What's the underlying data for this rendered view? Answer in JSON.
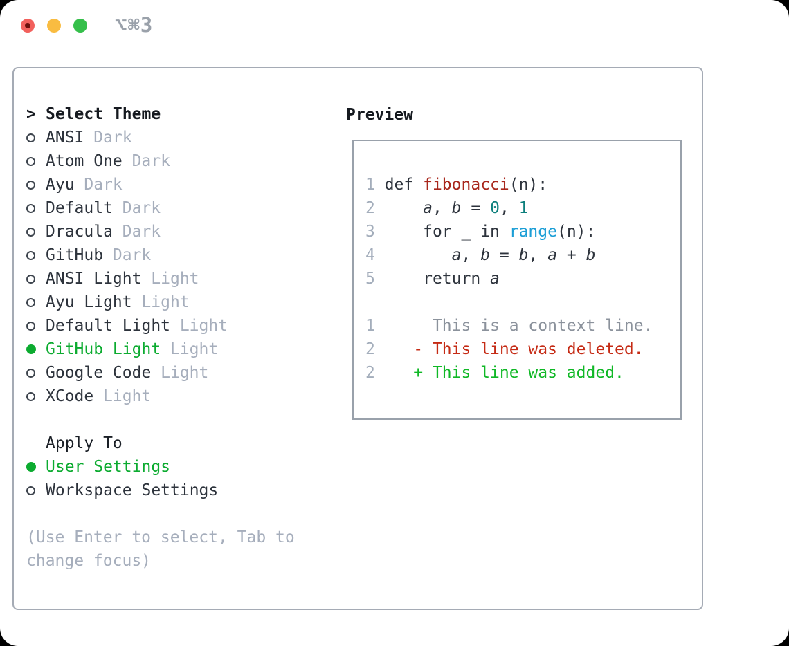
{
  "window": {
    "title": "⌥⌘3",
    "traffic_lights": [
      "close",
      "minimize",
      "zoom"
    ]
  },
  "theme_picker": {
    "cursor": ">",
    "header": "Select Theme",
    "items": [
      {
        "name": "ANSI",
        "variant": "Dark",
        "selected": false
      },
      {
        "name": "Atom One",
        "variant": "Dark",
        "selected": false
      },
      {
        "name": "Ayu",
        "variant": "Dark",
        "selected": false
      },
      {
        "name": "Default",
        "variant": "Dark",
        "selected": false
      },
      {
        "name": "Dracula",
        "variant": "Dark",
        "selected": false
      },
      {
        "name": "GitHub",
        "variant": "Dark",
        "selected": false
      },
      {
        "name": "ANSI Light",
        "variant": "Light",
        "selected": false
      },
      {
        "name": "Ayu Light",
        "variant": "Light",
        "selected": false
      },
      {
        "name": "Default Light",
        "variant": "Light",
        "selected": false
      },
      {
        "name": "GitHub Light",
        "variant": "Light",
        "selected": true
      },
      {
        "name": "Google Code",
        "variant": "Light",
        "selected": false
      },
      {
        "name": "XCode",
        "variant": "Light",
        "selected": false
      }
    ]
  },
  "apply_to": {
    "header": "Apply To",
    "items": [
      {
        "name": "User Settings",
        "selected": true
      },
      {
        "name": "Workspace Settings",
        "selected": false
      }
    ]
  },
  "hint": "(Use Enter to select, Tab to change focus)",
  "preview": {
    "header": "Preview",
    "rows": [
      [
        {
          "c": "ln",
          "t": "1"
        },
        {
          "c": "code",
          "t": " def "
        },
        {
          "c": "fn",
          "t": "fibonacci"
        },
        {
          "c": "code",
          "t": "(n):"
        }
      ],
      [
        {
          "c": "ln",
          "t": "2"
        },
        {
          "c": "code",
          "t": "     "
        },
        {
          "c": "var",
          "t": "a"
        },
        {
          "c": "code",
          "t": ", "
        },
        {
          "c": "var",
          "t": "b"
        },
        {
          "c": "code",
          "t": " = "
        },
        {
          "c": "num",
          "t": "0"
        },
        {
          "c": "code",
          "t": ", "
        },
        {
          "c": "num",
          "t": "1"
        }
      ],
      [
        {
          "c": "ln",
          "t": "3"
        },
        {
          "c": "code",
          "t": "     for _ in "
        },
        {
          "c": "call",
          "t": "range"
        },
        {
          "c": "code",
          "t": "(n):"
        }
      ],
      [
        {
          "c": "ln",
          "t": "4"
        },
        {
          "c": "code",
          "t": "        "
        },
        {
          "c": "var",
          "t": "a"
        },
        {
          "c": "code",
          "t": ", "
        },
        {
          "c": "var",
          "t": "b"
        },
        {
          "c": "code",
          "t": " = "
        },
        {
          "c": "var",
          "t": "b"
        },
        {
          "c": "code",
          "t": ", "
        },
        {
          "c": "var",
          "t": "a"
        },
        {
          "c": "code",
          "t": " + "
        },
        {
          "c": "var",
          "t": "b"
        }
      ],
      [
        {
          "c": "ln",
          "t": "5"
        },
        {
          "c": "code",
          "t": "     return "
        },
        {
          "c": "var",
          "t": "a"
        }
      ],
      [],
      [
        {
          "c": "ln",
          "t": "1"
        },
        {
          "c": "ctx",
          "t": "      This is a context line."
        }
      ],
      [
        {
          "c": "ln",
          "t": "2"
        },
        {
          "c": "del",
          "t": "    - This line was deleted."
        }
      ],
      [
        {
          "c": "ln",
          "t": "2"
        },
        {
          "c": "add",
          "t": "    + This line was added."
        }
      ]
    ]
  },
  "colors": {
    "selected_green": "#0cab30",
    "added_green": "#10b826",
    "deleted_red": "#c52b15",
    "function_red": "#a8271c",
    "number_teal": "#0d7f7c",
    "call_blue": "#1b9ed6",
    "context_gray": "#8b929c",
    "line_number_gray": "#a3adbb",
    "muted_gray": "#a6aebc",
    "panel_border": "#a5abb5",
    "title_gray": "#9aa1aa",
    "traffic_red": "#f2605c",
    "traffic_red_dot": "#6d0f0b",
    "traffic_yellow": "#f9bc41",
    "traffic_green": "#35bf4a"
  }
}
